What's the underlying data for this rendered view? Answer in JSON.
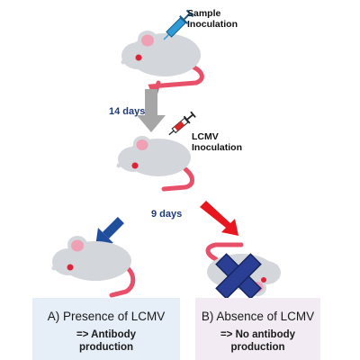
{
  "labels": {
    "sample_inoculation": [
      "Sample",
      "Inoculation"
    ],
    "lcmv_inoculation": [
      "LCMV",
      "Inoculation"
    ],
    "days_first": "14 days",
    "days_second": "9 days"
  },
  "outcomes": {
    "presence": {
      "title": "A) Presence of LCMV",
      "result": [
        "=> Antibody",
        "production"
      ]
    },
    "absence": {
      "title": "B) Absence of LCMV",
      "result": [
        "=> No antibody",
        "production"
      ]
    }
  },
  "colors": {
    "mouse_body": "#d3d6da",
    "mouse_ear": "#f0a0b4",
    "mouse_eye": "#e0213a",
    "mouse_tail": "#e8506a",
    "arrow_gray": "#a6a6a6",
    "arrow_blue": "#1f4e9c",
    "arrow_red": "#e8161e",
    "cross_blue": "#2a3f94",
    "syringe_blue": "#2f9bd6",
    "syringe_red": "#d62828"
  },
  "icons": [
    "syringe-icon",
    "syringe-icon",
    "mouse-icon",
    "cross-icon"
  ]
}
